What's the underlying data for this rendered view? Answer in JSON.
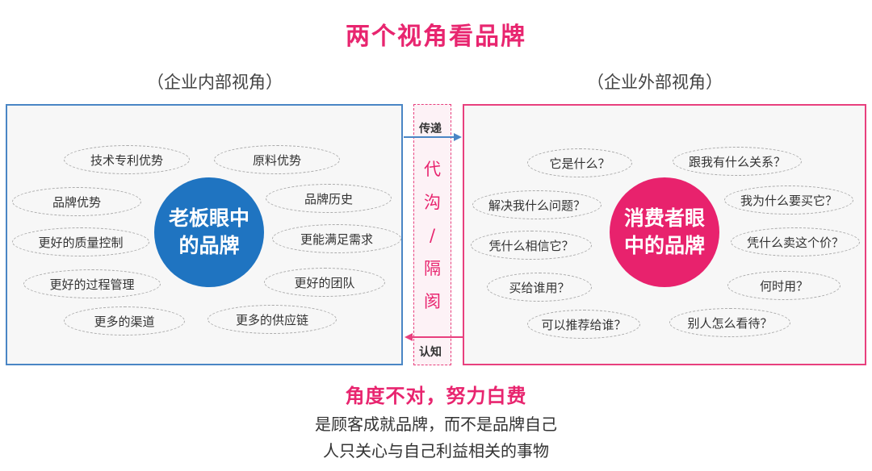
{
  "title": "两个视角看品牌",
  "left_panel": {
    "heading": "（企业内部视角）",
    "center_label_line1": "老板眼中",
    "center_label_line2": "的品牌",
    "items": [
      "技术专利优势",
      "原料优势",
      "品牌优势",
      "品牌历史",
      "更好的质量控制",
      "更能满足需求",
      "更好的过程管理",
      "更好的团队",
      "更多的渠道",
      "更多的供应链"
    ]
  },
  "right_panel": {
    "heading": "（企业外部视角）",
    "center_label_line1": "消费者眼",
    "center_label_line2": "中的品牌",
    "items": [
      "它是什么？",
      "跟我有什么关系？",
      "解决我什么问题？",
      "我为什么要买它？",
      "凭什么相信它？",
      "凭什么卖这个价？",
      "买给谁用？",
      "何时用？",
      "可以推荐给谁？",
      "别人怎么看待？"
    ]
  },
  "divider": {
    "chars": [
      "代",
      "沟",
      "/",
      "隔",
      "阂"
    ],
    "top_arrow_label": "传递",
    "bottom_arrow_label": "认知"
  },
  "colors": {
    "accent_pink": "#e8256f",
    "accent_blue": "#1f74c1"
  },
  "footer": {
    "line1": "角度不对，努力白费",
    "line2": "是顾客成就品牌，而不是品牌自己",
    "line3": "人只关心与自己利益相关的事物"
  }
}
